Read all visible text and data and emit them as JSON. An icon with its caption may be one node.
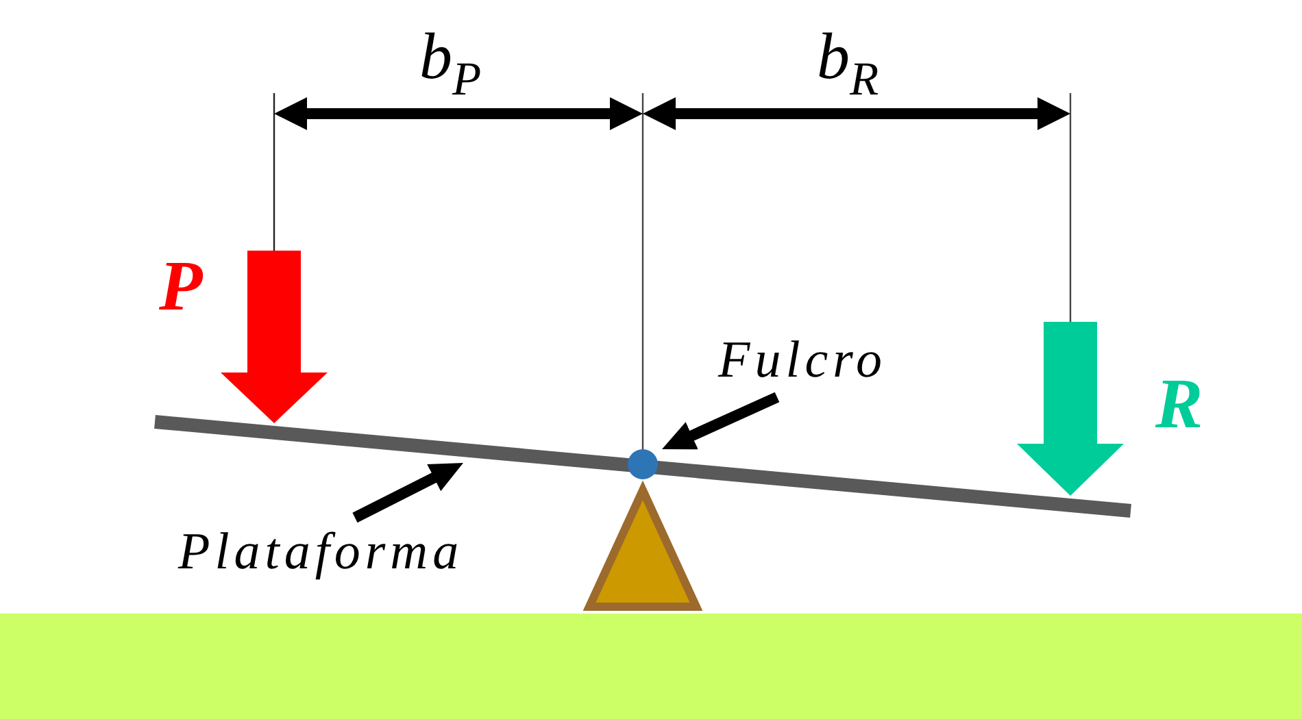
{
  "diagram": {
    "nodes": [
      {
        "text": [
          "Fulcro"
        ]
      },
      {
        "text": [],
        "shape": "bar"
      },
      {
        "text": [],
        "shape": "circle",
        "in": 1
      },
      {
        "text": [],
        "shape": "triangle"
      },
      {
        "text": [
          "Plataforma"
        ]
      }
    ],
    "edges": [
      {
        "from": 0,
        "to": 2,
        "arrow": "to"
      },
      {
        "from": 4,
        "to": 1,
        "arrow": "to"
      }
    ],
    "labels": [
      "b$_{P}$",
      "b$_{R}$",
      "P",
      "R"
    ]
  }
}
